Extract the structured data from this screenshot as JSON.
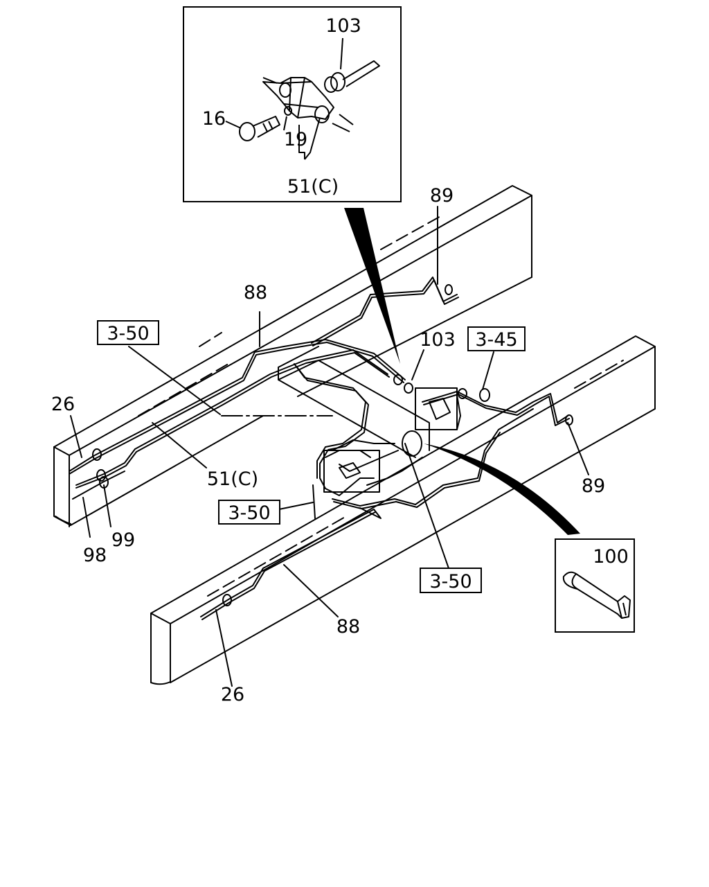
{
  "callouts": {
    "inset_103": "103",
    "inset_16": "16",
    "inset_19": "19",
    "inset_51c": "51(C)",
    "p89_top": "89",
    "p88_top": "88",
    "p103_main": "103",
    "p26_left": "26",
    "p51c_main": "51(C)",
    "p99": "99",
    "p98": "98",
    "p89_right": "89",
    "p88_bottom": "88",
    "p26_bottom": "26",
    "p100": "100"
  },
  "ref_boxes": {
    "ref_left_top": "3-50",
    "ref_right_top": "3-45",
    "ref_left_mid": "3-50",
    "ref_center_bottom": "3-50"
  },
  "icons": [
    "cross-fitting-icon",
    "bolt-icon",
    "flare-nut-icon",
    "edge-protector-icon"
  ],
  "colors": {
    "line": "#000000",
    "background": "#ffffff"
  }
}
